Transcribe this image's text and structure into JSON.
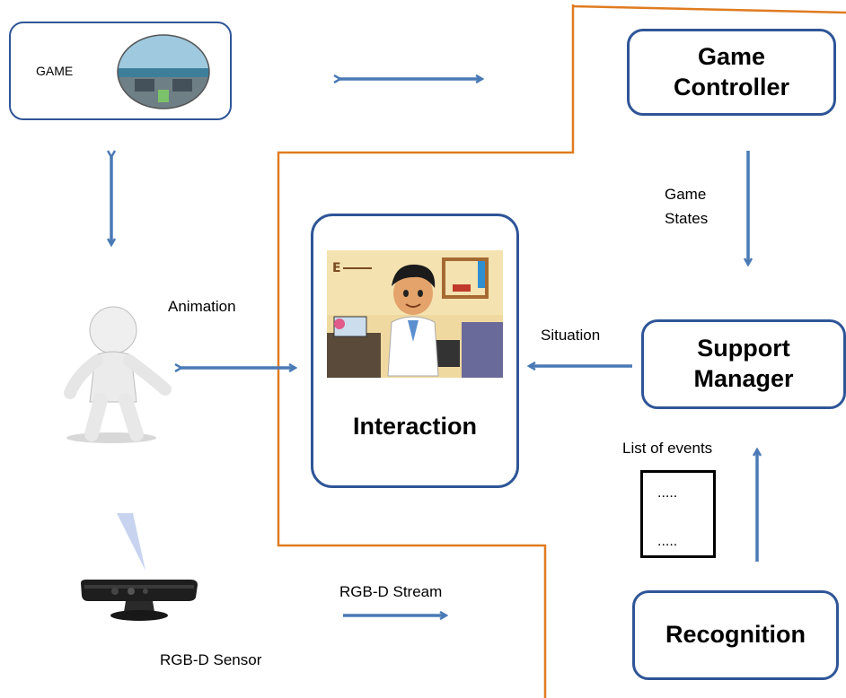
{
  "colors": {
    "arrow": "#4a7ab5",
    "box_border": "#2f5597",
    "boundary_line": "#e07b20"
  },
  "game": {
    "label": "GAME"
  },
  "game_controller": {
    "line1": "Game",
    "line2": "Controller"
  },
  "game_states": {
    "line1": "Game",
    "line2": "States"
  },
  "animation": {
    "label": "Animation"
  },
  "interaction": {
    "label": "Interaction"
  },
  "situation": {
    "label": "Situation"
  },
  "support_manager": {
    "line1": "Support",
    "line2": "Manager"
  },
  "events": {
    "label": "List of events",
    "line1": ".....",
    "line2": "....."
  },
  "stream": {
    "label": "RGB-D Stream"
  },
  "sensor": {
    "label": "RGB-D Sensor"
  },
  "recognition": {
    "label": "Recognition"
  },
  "icons": [
    "game-screenshot-icon",
    "user-figure-icon",
    "doctor-avatar-icon",
    "rgbd-sensor-icon",
    "document-icon"
  ]
}
